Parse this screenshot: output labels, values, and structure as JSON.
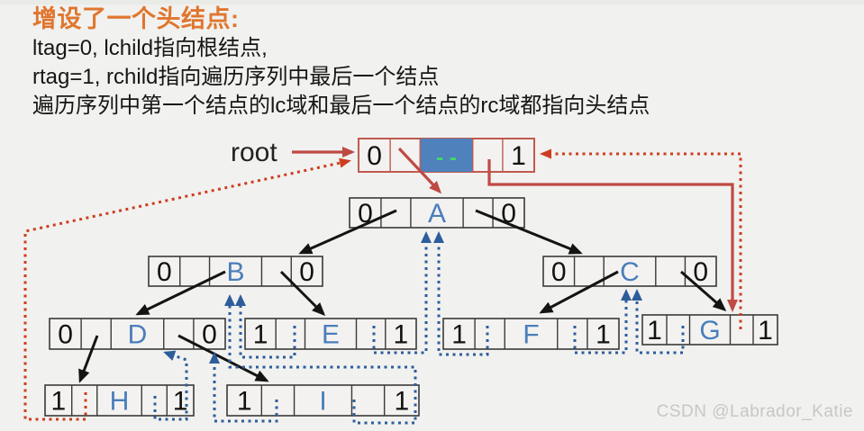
{
  "header": {
    "title": "增设了一个头结点:",
    "line2": "ltag=0, lchild指向根结点,",
    "line3": "rtag=1, rchild指向遍历序列中最后一个结点",
    "line4": "遍历序列中第一个结点的lc域和最后一个结点的rc域都指向头结点"
  },
  "diagram": {
    "root_label": "root",
    "head_node": {
      "ltag": "0",
      "label": "- -",
      "rtag": "1"
    },
    "nodes": {
      "a": {
        "ltag": "0",
        "label": "A",
        "rtag": "0"
      },
      "b": {
        "ltag": "0",
        "label": "B",
        "rtag": "0"
      },
      "c": {
        "ltag": "0",
        "label": "C",
        "rtag": "0"
      },
      "d": {
        "ltag": "0",
        "label": "D",
        "rtag": "0"
      },
      "e": {
        "ltag": "1",
        "label": "E",
        "rtag": "1"
      },
      "f": {
        "ltag": "1",
        "label": "F",
        "rtag": "1"
      },
      "g": {
        "ltag": "1",
        "label": "G",
        "rtag": "1"
      },
      "h": {
        "ltag": "1",
        "label": "H",
        "rtag": "1"
      },
      "i": {
        "ltag": "1",
        "label": "I",
        "rtag": "1"
      }
    }
  },
  "watermark": "CSDN @Labrador_Katie",
  "colors": {
    "title_orange": "#e0762e",
    "text_black": "#161616",
    "edge_black": "#141414",
    "link_red": "#bf4a44",
    "thread_red": "#cd3d20",
    "thread_blue": "#2d5d9b",
    "letter_blue": "#4a7ebb",
    "tag_black": "#111111",
    "node_fill": "#f3f2f0",
    "node_border": "#3a3a3a",
    "head_border": "#c05a50",
    "head_cell_blue": "#4f81bd",
    "head_dash_green": "#41d96b",
    "watermark_gray": "#c7c7c7",
    "background": "#f1f1ef"
  }
}
